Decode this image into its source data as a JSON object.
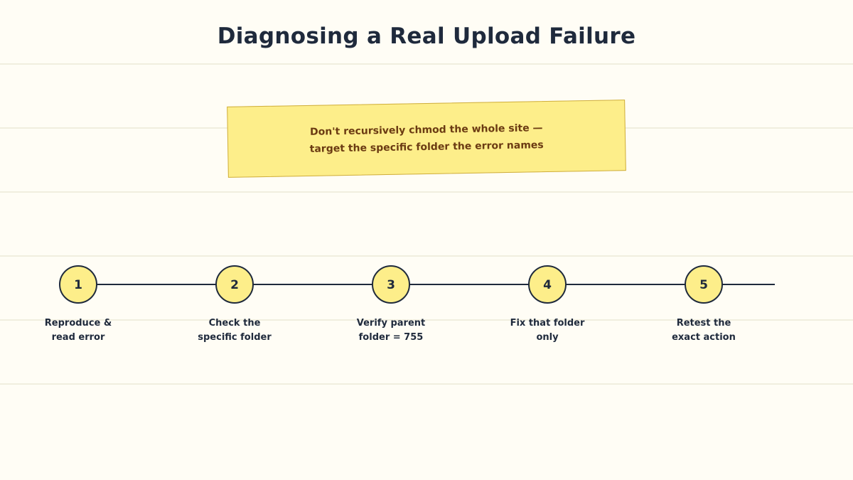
{
  "title": "Diagnosing a Real Upload Failure",
  "note": {
    "line1": "Don't recursively chmod the whole site —",
    "line2": "target the specific folder the error names"
  },
  "steps": [
    {
      "number": "1",
      "line1": "Reproduce &",
      "line2": "read error"
    },
    {
      "number": "2",
      "line1": "Check the",
      "line2": "specific folder"
    },
    {
      "number": "3",
      "line1": "Verify parent",
      "line2": "folder = 755"
    },
    {
      "number": "4",
      "line1": "Fix that folder",
      "line2": "only"
    },
    {
      "number": "5",
      "line1": "Retest the",
      "line2": "exact action"
    }
  ],
  "colors": {
    "background": "#fffdf5",
    "node_fill": "#fdee8a",
    "ink": "#1f2a3c",
    "note_text": "#6b3b12"
  }
}
